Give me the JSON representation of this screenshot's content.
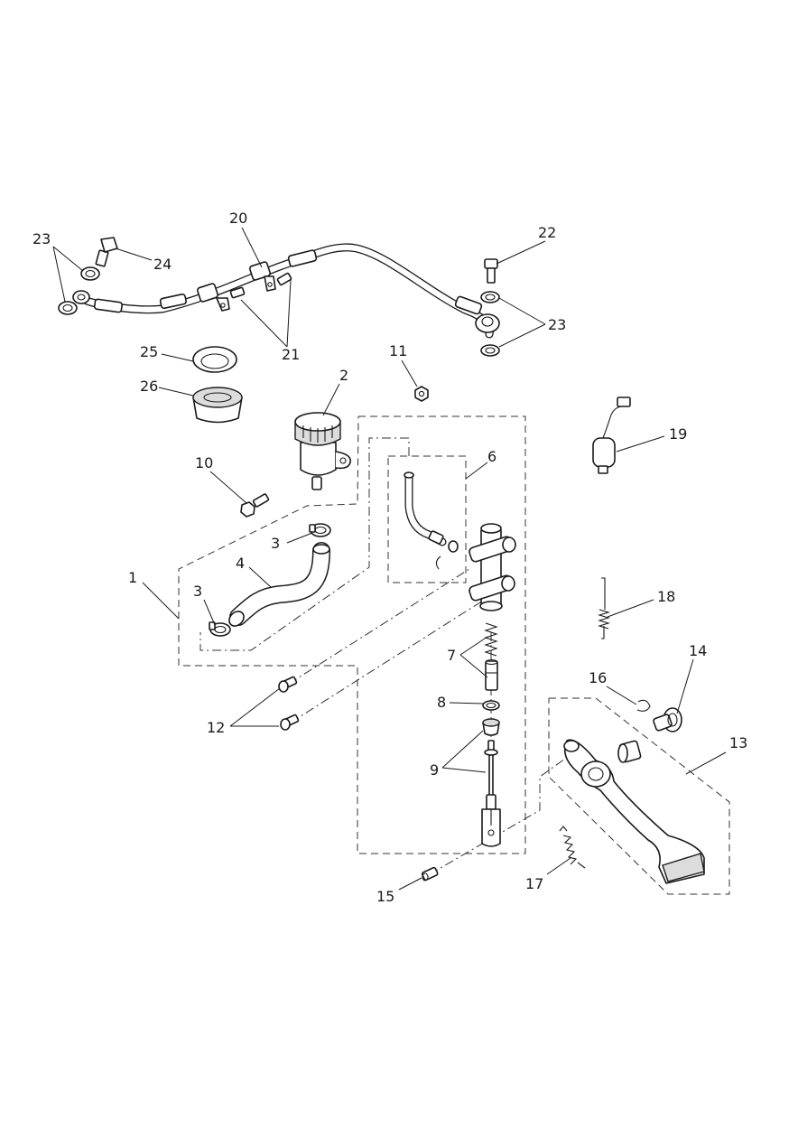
{
  "callouts": [
    {
      "id": "c1",
      "label": "1"
    },
    {
      "id": "c2",
      "label": "2"
    },
    {
      "id": "c3a",
      "label": "3"
    },
    {
      "id": "c3b",
      "label": "3"
    },
    {
      "id": "c4",
      "label": "4"
    },
    {
      "id": "c6",
      "label": "6"
    },
    {
      "id": "c7",
      "label": "7"
    },
    {
      "id": "c8",
      "label": "8"
    },
    {
      "id": "c9",
      "label": "9"
    },
    {
      "id": "c10",
      "label": "10"
    },
    {
      "id": "c11",
      "label": "11"
    },
    {
      "id": "c12",
      "label": "12"
    },
    {
      "id": "c13",
      "label": "13"
    },
    {
      "id": "c14",
      "label": "14"
    },
    {
      "id": "c15",
      "label": "15"
    },
    {
      "id": "c16",
      "label": "16"
    },
    {
      "id": "c17",
      "label": "17"
    },
    {
      "id": "c18",
      "label": "18"
    },
    {
      "id": "c19",
      "label": "19"
    },
    {
      "id": "c20",
      "label": "20"
    },
    {
      "id": "c21",
      "label": "21"
    },
    {
      "id": "c22",
      "label": "22"
    },
    {
      "id": "c23a",
      "label": "23"
    },
    {
      "id": "c23b",
      "label": "23"
    },
    {
      "id": "c24",
      "label": "24"
    },
    {
      "id": "c25",
      "label": "25"
    },
    {
      "id": "c26",
      "label": "26"
    }
  ]
}
